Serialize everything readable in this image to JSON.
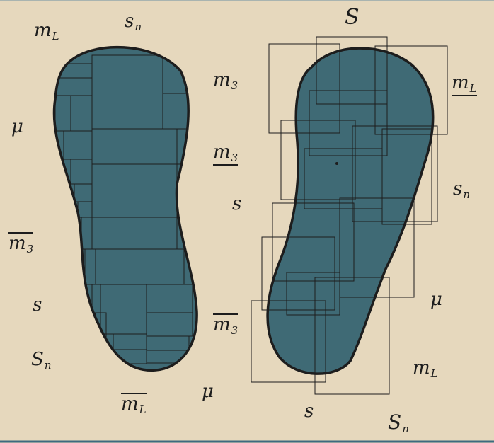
{
  "colors": {
    "paper": "#e6d8bd",
    "fill": "#3f6a75",
    "ink": "#1d1d1d"
  },
  "labels": {
    "left_top_m": {
      "base": "m",
      "sub": "L"
    },
    "left_top_s": {
      "base": "s",
      "sub": "n"
    },
    "mu_left": {
      "base": "μ"
    },
    "mid_m3": {
      "base": "m",
      "sub": "3"
    },
    "mid_m3_underlined": {
      "base": "m",
      "sub": "3"
    },
    "mid_s": {
      "base": "s"
    },
    "left_m3_overlined": {
      "base": "m",
      "sub": "3"
    },
    "left_s": {
      "base": "s"
    },
    "left_Sn": {
      "base": "S",
      "sub": "n"
    },
    "bottom_mL_overlined": {
      "base": "m",
      "sub": "L"
    },
    "bottom_mu": {
      "base": "μ"
    },
    "mid_low_m3_overlined": {
      "base": "m",
      "sub": "3"
    },
    "right_top_S": {
      "base": "S"
    },
    "right_mL_underlined": {
      "base": "m",
      "sub": "L"
    },
    "right_sn": {
      "base": "s",
      "sub": "n"
    },
    "right_mu": {
      "base": "μ"
    },
    "right_mL": {
      "base": "m",
      "sub": "L"
    },
    "right_bottom_s": {
      "base": "s"
    },
    "right_bottom_Sn": {
      "base": "S",
      "sub": "n"
    }
  }
}
